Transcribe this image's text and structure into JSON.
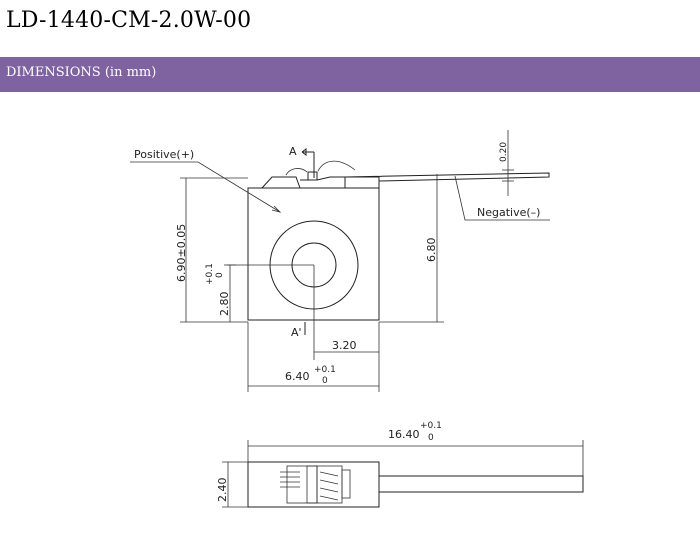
{
  "header": {
    "title": "LD-1440-CM-2.0W-00",
    "section_title": "DIMENSIONS (in mm)"
  },
  "drawing": {
    "labels": {
      "positive": "Positive(+)",
      "negative": "Negative(–)",
      "section_a": "A",
      "section_a_prime": "A'"
    },
    "dimensions": {
      "thickness": "0.20",
      "height_total": "6.90±0.05",
      "height_right": "6.80",
      "height_center_base": "2.80",
      "height_center_tol": "+0.1",
      "height_center_tol_low": "0",
      "center_x": "3.20",
      "width_base": "6.40",
      "width_tol": "+0.1",
      "width_tol_low": "0",
      "length_base": "16.40",
      "length_tol": "+0.1",
      "length_tol_low": "0",
      "thickness_side": "2.40"
    }
  }
}
